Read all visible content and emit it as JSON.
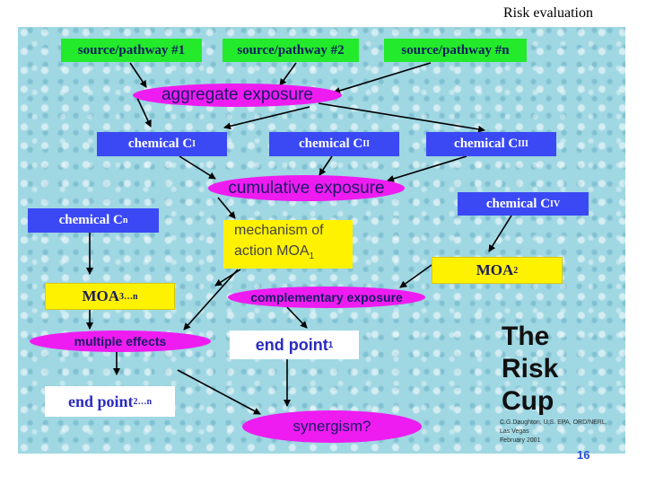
{
  "header": {
    "title": "Risk evaluation"
  },
  "sources": [
    {
      "label": "source/pathway #1"
    },
    {
      "label": "source/pathway #2"
    },
    {
      "label": "source/pathway #n"
    }
  ],
  "aggregate": {
    "label": "aggregate exposure"
  },
  "chemicals": [
    {
      "base": "chemical C",
      "sub": "I"
    },
    {
      "base": "chemical C",
      "sub": "II"
    },
    {
      "base": "chemical C",
      "sub": "III"
    },
    {
      "base": "chemical C",
      "sub": "n"
    },
    {
      "base": "chemical C",
      "sub": "IV"
    }
  ],
  "cumulative": {
    "label": "cumulative exposure"
  },
  "moa1": {
    "line1": "mechanism of",
    "line2": "action MOA",
    "sub": "1"
  },
  "moa2": {
    "base": "MOA",
    "sub": "2"
  },
  "moa3n": {
    "base": "MOA",
    "sub": "3…n"
  },
  "complementary": {
    "label": "complementary exposure"
  },
  "multiple": {
    "label": "multiple effects"
  },
  "endpoint1": {
    "base": "end point",
    "sub": "1"
  },
  "endpoint2n": {
    "base": "end point",
    "sub": "2…n"
  },
  "synergism": {
    "label": "synergism?"
  },
  "riskcup": {
    "line1": "The",
    "line2": "Risk",
    "line3": "Cup"
  },
  "credit": {
    "line1": "C.G.Daughton, U.S. EPA, ORD/NERL,",
    "line2": "Las Vegas",
    "line3": "February 2001"
  },
  "page": {
    "number": "16"
  },
  "colors": {
    "green": "#23ea2b",
    "blue": "#3a49f4",
    "yellow": "#fff200",
    "magenta": "#ee1cf0",
    "background": "#9fd7e3"
  }
}
